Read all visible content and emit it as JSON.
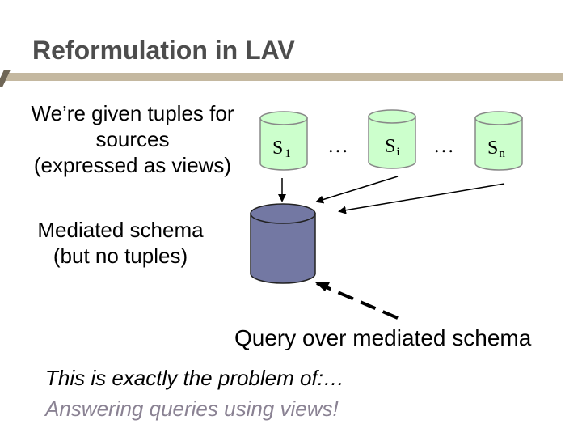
{
  "title": "Reformulation in LAV",
  "given_lines": [
    "We’re given tuples for",
    "sources",
    "(expressed as views)"
  ],
  "sources": [
    {
      "label": "S",
      "sub": "1"
    },
    {
      "label": "S",
      "sub": "i"
    },
    {
      "label": "S",
      "sub": "n"
    }
  ],
  "ellipsis": "…",
  "mediated_lines": [
    "Mediated schema",
    "(but no tuples)"
  ],
  "query_label": "Query over mediated schema",
  "problem_line": "This is exactly the problem of:…",
  "answer_line": "Answering queries using views!",
  "colors": {
    "source_fill": "#ccffcc",
    "mediated_fill": "#7378a3",
    "answer_text": "#8a8293",
    "title_rule": "#c4b8a0"
  }
}
